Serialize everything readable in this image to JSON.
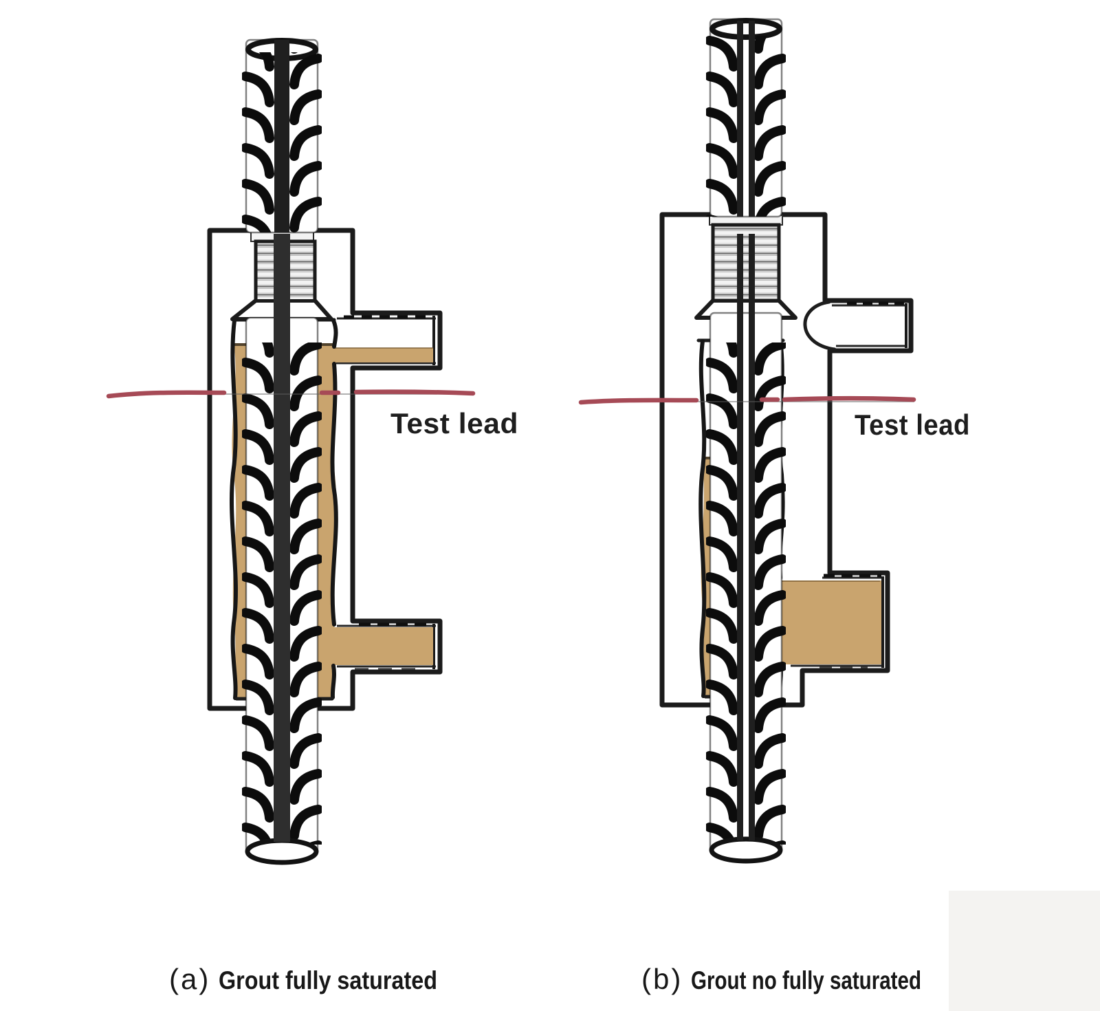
{
  "figure": {
    "background": "#ffffff",
    "panels": [
      {
        "id": "a",
        "annotation": "Test lead",
        "caption_label": "(a)",
        "caption_text": "Grout fully saturated",
        "grout_state": "full"
      },
      {
        "id": "b",
        "annotation": "Test lead",
        "caption_label": "(b)",
        "caption_text": "Grout no fully saturated",
        "grout_state": "partial"
      }
    ],
    "colors": {
      "grout": "#C9A46E",
      "test_lead_line": "#A64A56",
      "ink": "#1b1b1b",
      "thread_fill": "#e0e0e0",
      "rebar_core": "#262626"
    }
  }
}
